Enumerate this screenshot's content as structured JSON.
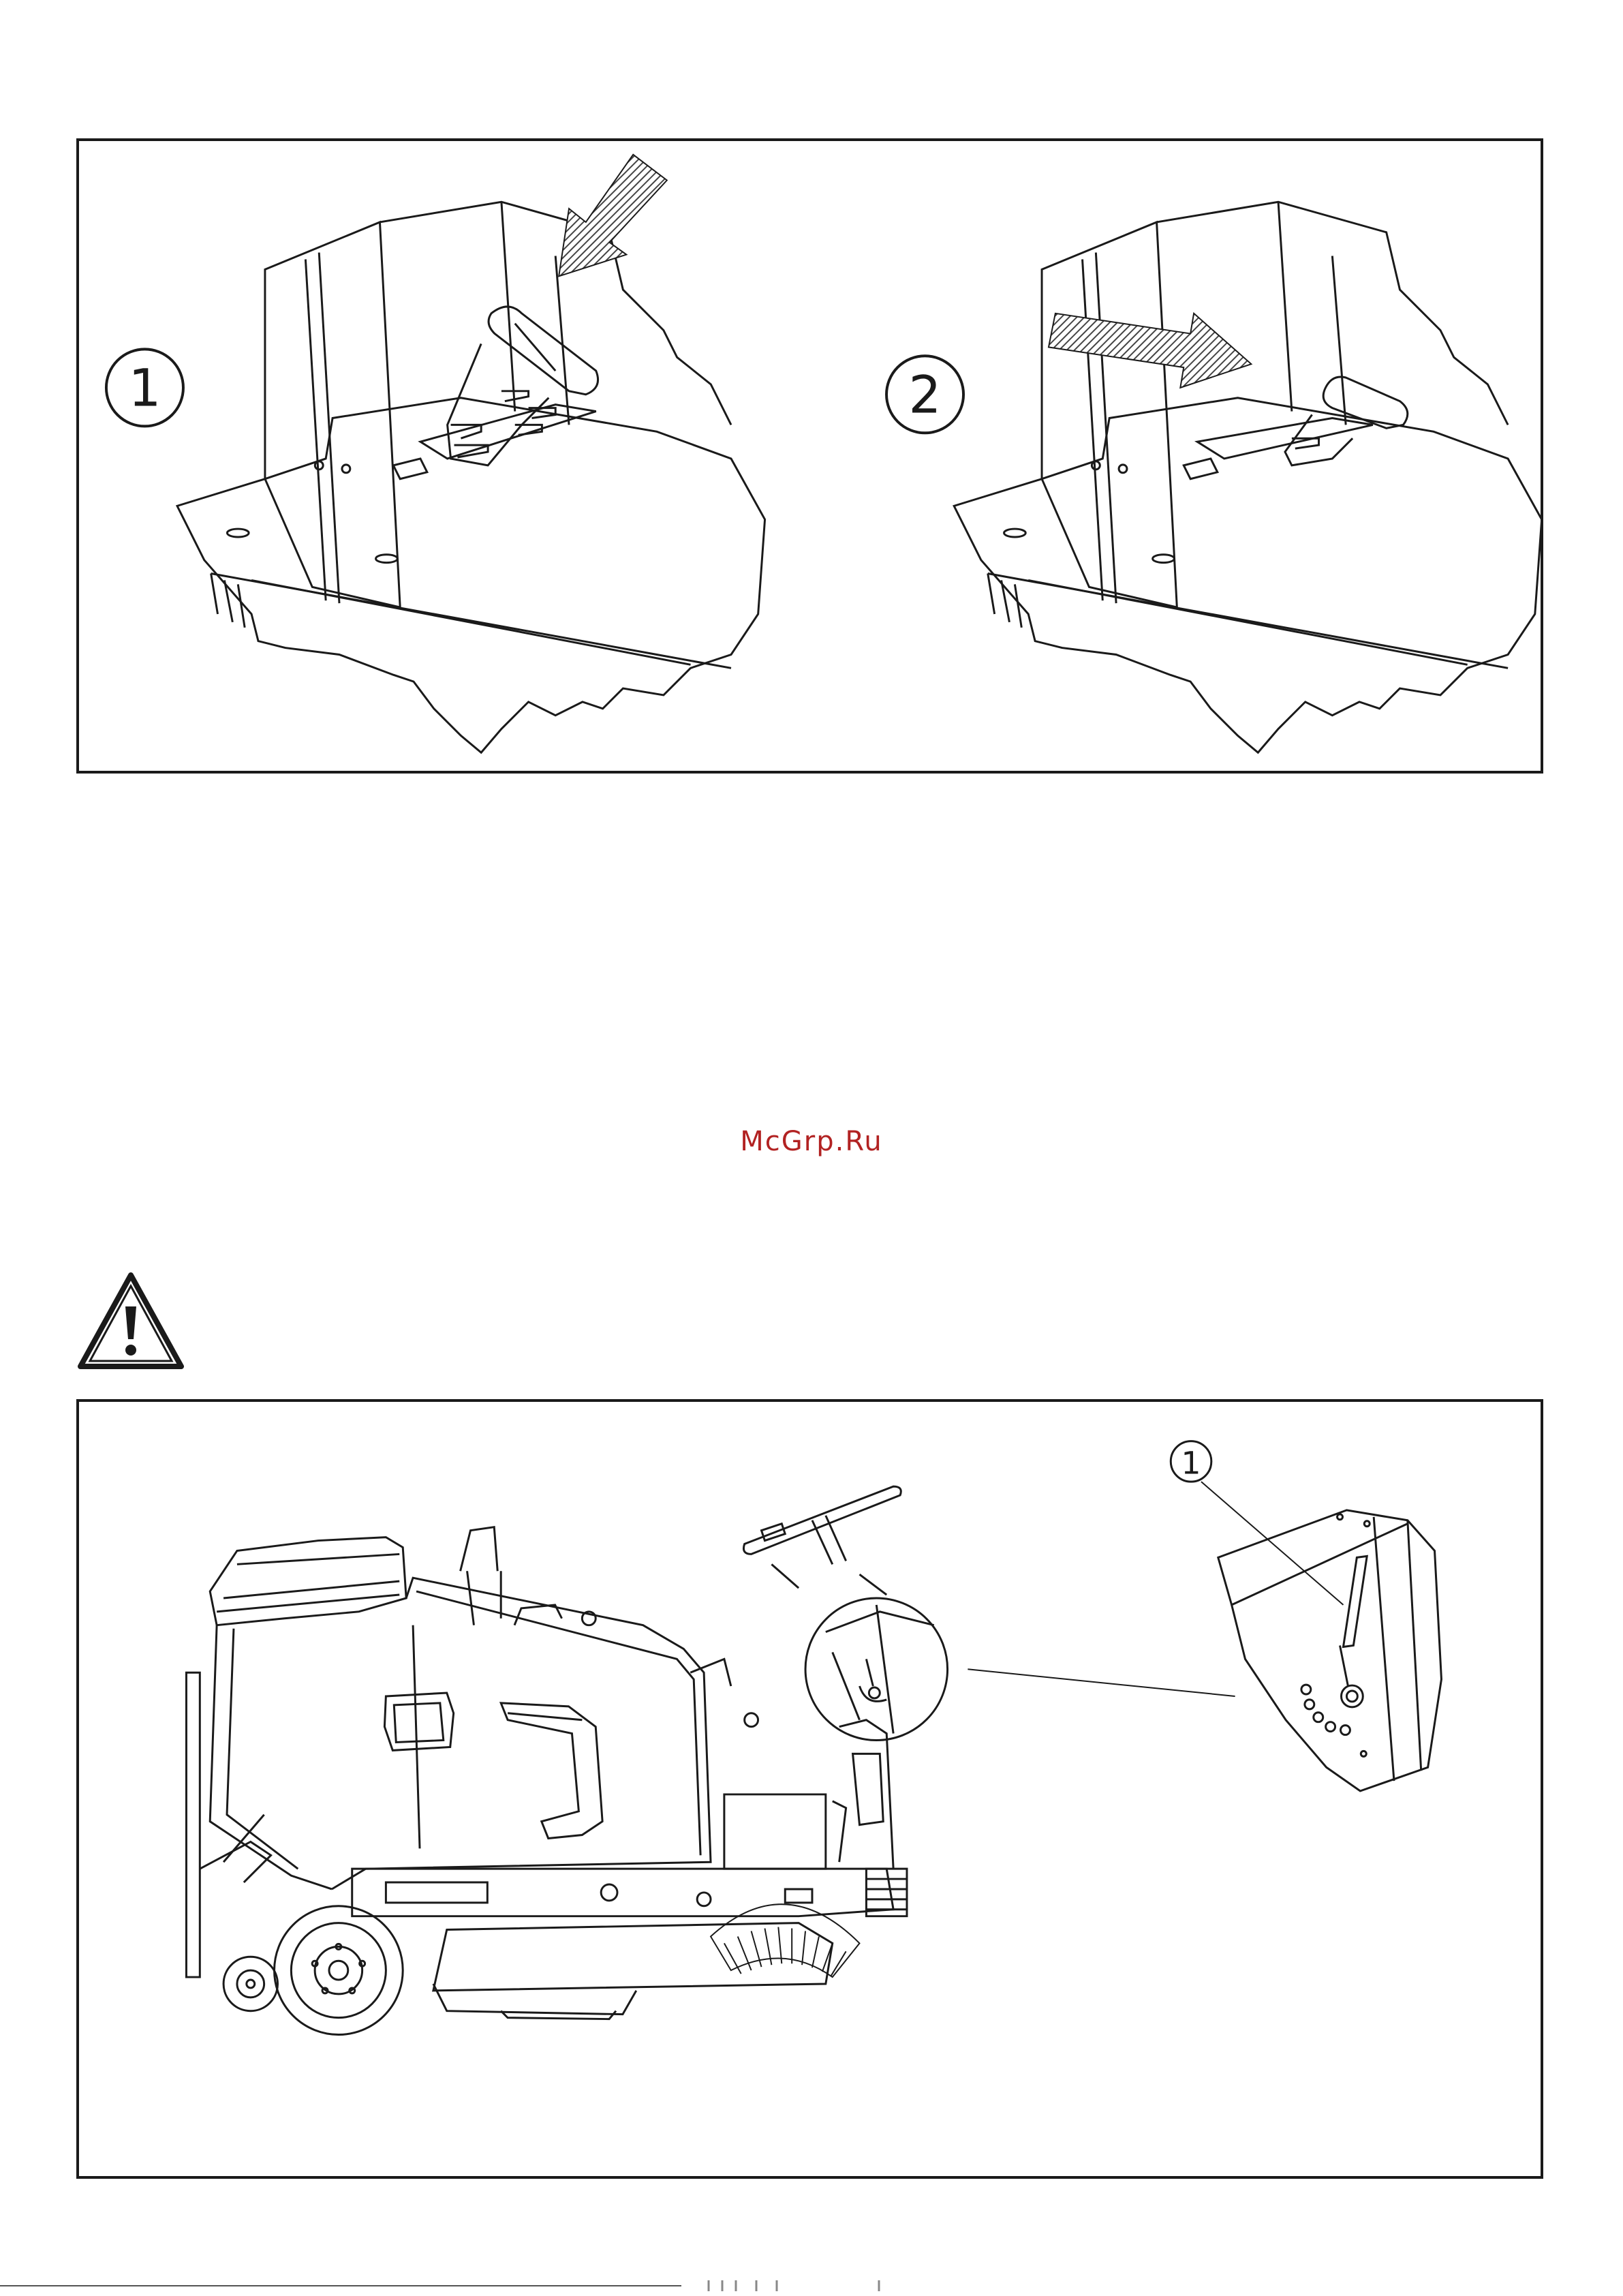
{
  "steps": {
    "step1": "1",
    "step2": "2"
  },
  "watermark": "McGrp.Ru",
  "bottom_figure": {
    "callout": "1"
  },
  "colors": {
    "line": "#1a1a1a",
    "watermark": "#b22222",
    "arrow_hatch": "#555555"
  },
  "icons": [
    "warning-triangle-icon",
    "pedal-lock-arrow-down-icon",
    "pedal-release-arrow-right-icon"
  ]
}
